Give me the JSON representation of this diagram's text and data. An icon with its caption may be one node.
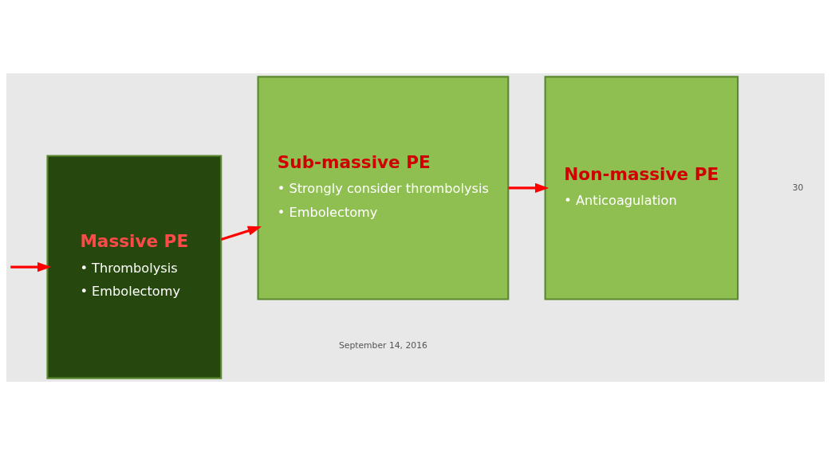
{
  "diagram": {
    "nodes": [
      {
        "text": [
          "Massive PE",
          "• Thrombolysis",
          "• Embolectomy"
        ]
      },
      {
        "text": [
          "Sub-massive PE",
          "• Strongly consider thrombolysis",
          "• Embolectomy"
        ]
      },
      {
        "text": [
          "Non-massive PE",
          "• Anticoagulation"
        ]
      }
    ],
    "edges": [
      {
        "from": null,
        "to": 0,
        "arrow": "to"
      },
      {
        "from": 0,
        "to": 1,
        "arrow": "to"
      },
      {
        "from": 1,
        "to": 2,
        "arrow": "to"
      }
    ],
    "labels": [
      "September 14, 2016",
      "30"
    ]
  }
}
